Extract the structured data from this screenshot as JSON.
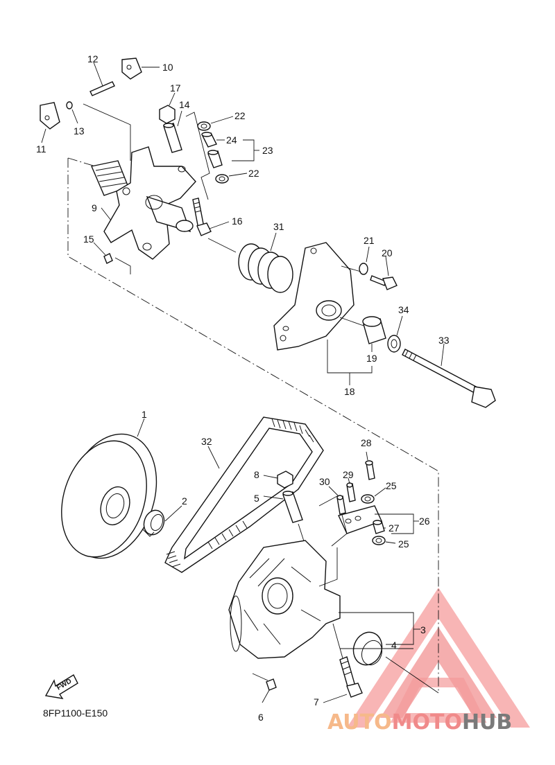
{
  "diagram_code": "8FP1100-E150",
  "fwd_label": "FWD",
  "watermark": {
    "part1": "AUTO",
    "part2": "MOTO",
    "part3": "HUB",
    "color_light": "#f6b98a",
    "color_mid": "#f08a8a",
    "color_dark": "#7a7a7a"
  },
  "callouts": {
    "c1": "1",
    "c2": "2",
    "c3": "3",
    "c4": "4",
    "c5": "5",
    "c6": "6",
    "c7": "7",
    "c8": "8",
    "c9": "9",
    "c10": "10",
    "c11": "11",
    "c12": "12",
    "c13": "13",
    "c14": "14",
    "c15": "15",
    "c16": "16",
    "c17": "17",
    "c18": "18",
    "c19": "19",
    "c20": "20",
    "c21": "21",
    "c22a": "22",
    "c22b": "22",
    "c23": "23",
    "c24": "24",
    "c25a": "25",
    "c25b": "25",
    "c26": "26",
    "c27": "27",
    "c28": "28",
    "c29": "29",
    "c30": "30",
    "c31": "31",
    "c32": "32",
    "c33": "33",
    "c34": "34"
  }
}
